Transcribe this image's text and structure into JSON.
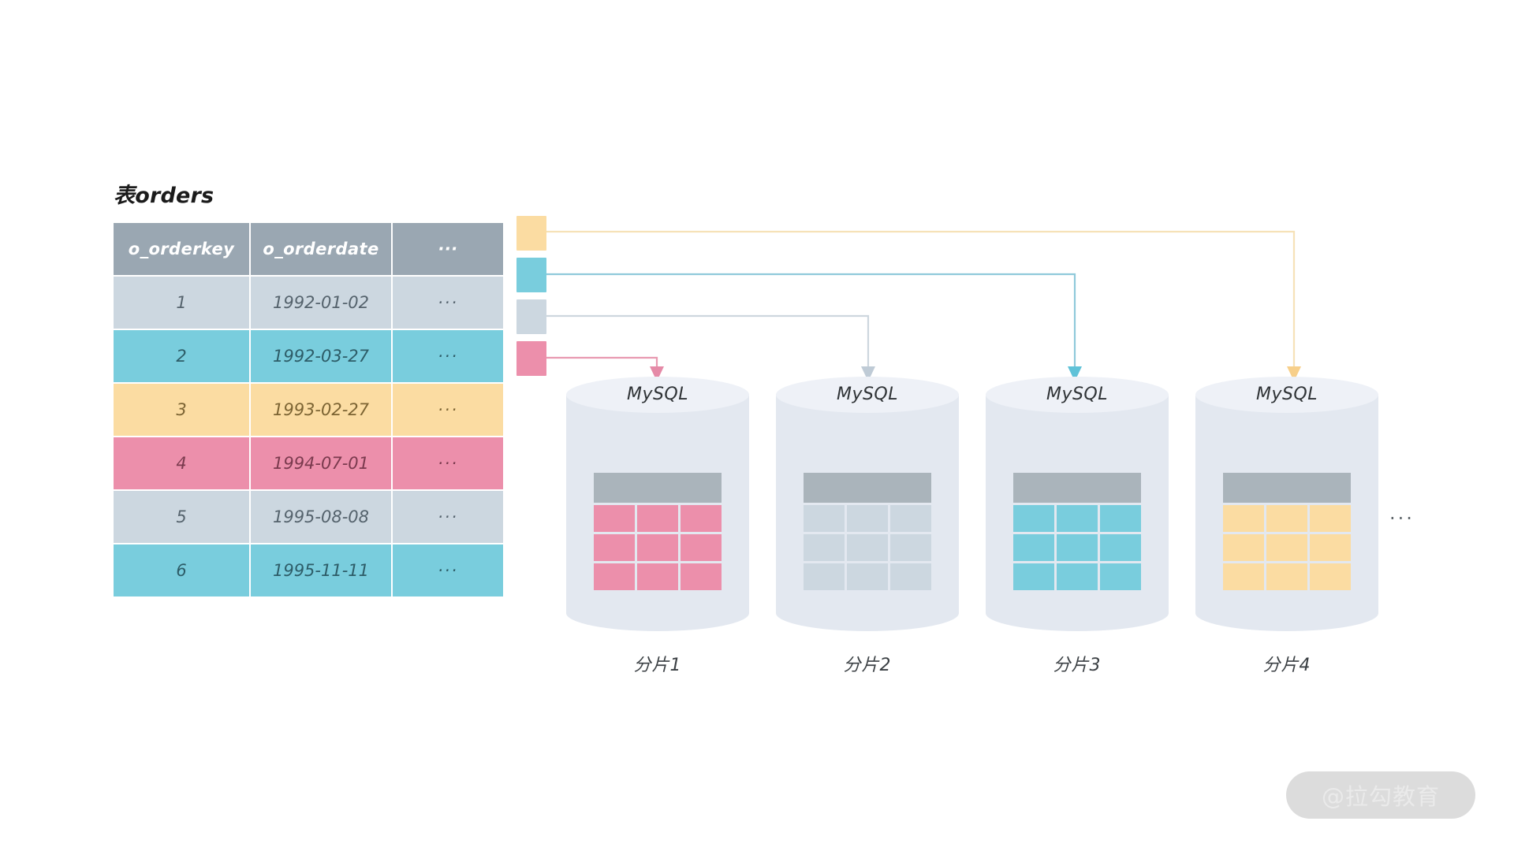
{
  "diagram": {
    "title": "表orders",
    "watermark": "@拉勾教育",
    "shards_more": "···"
  },
  "source_table": {
    "name": "表orders",
    "columns": [
      "o_orderkey",
      "o_orderdate",
      "···"
    ],
    "rows": [
      {
        "o_orderkey": "1",
        "o_orderdate": "1992-01-02",
        "etc": "···",
        "color": "grey"
      },
      {
        "o_orderkey": "2",
        "o_orderdate": "1992-03-27",
        "etc": "···",
        "color": "cyan"
      },
      {
        "o_orderkey": "3",
        "o_orderdate": "1993-02-27",
        "etc": "···",
        "color": "yellow"
      },
      {
        "o_orderkey": "4",
        "o_orderdate": "1994-07-01",
        "etc": "···",
        "color": "pink"
      },
      {
        "o_orderkey": "5",
        "o_orderdate": "1995-08-08",
        "etc": "···",
        "color": "grey"
      },
      {
        "o_orderkey": "6",
        "o_orderdate": "1995-11-11",
        "etc": "···",
        "color": "cyan"
      }
    ]
  },
  "legend": {
    "swatches": [
      {
        "color_name": "yellow",
        "color": "#fbdca2",
        "target_shard": "分片4"
      },
      {
        "color_name": "cyan",
        "color": "#79cddd",
        "target_shard": "分片3"
      },
      {
        "color_name": "grey",
        "color": "#ccd7e0",
        "target_shard": "分片2"
      },
      {
        "color_name": "pink",
        "color": "#ec8fab",
        "target_shard": "分片1"
      }
    ]
  },
  "shards": [
    {
      "db_label": "MySQL",
      "name": "分片1",
      "cell_color": "#ec8fab",
      "header_color": "#aab4bb",
      "grid_rows": 3,
      "grid_cols": 3
    },
    {
      "db_label": "MySQL",
      "name": "分片2",
      "cell_color": "#ccd7e0",
      "header_color": "#aab4bb",
      "grid_rows": 3,
      "grid_cols": 3
    },
    {
      "db_label": "MySQL",
      "name": "分片3",
      "cell_color": "#79cddd",
      "header_color": "#aab4bb",
      "grid_rows": 3,
      "grid_cols": 3
    },
    {
      "db_label": "MySQL",
      "name": "分片4",
      "cell_color": "#fbdca2",
      "header_color": "#aab4bb",
      "grid_rows": 3,
      "grid_cols": 3
    }
  ],
  "colors": {
    "grey": "#ccd7e0",
    "cyan": "#79cddd",
    "yellow": "#fbdca2",
    "pink": "#ec8fab",
    "header": "#9aa7b2",
    "cylinder_body": "#e3e8f0",
    "cylinder_top": "#eef1f7",
    "background": "#ffffff"
  }
}
